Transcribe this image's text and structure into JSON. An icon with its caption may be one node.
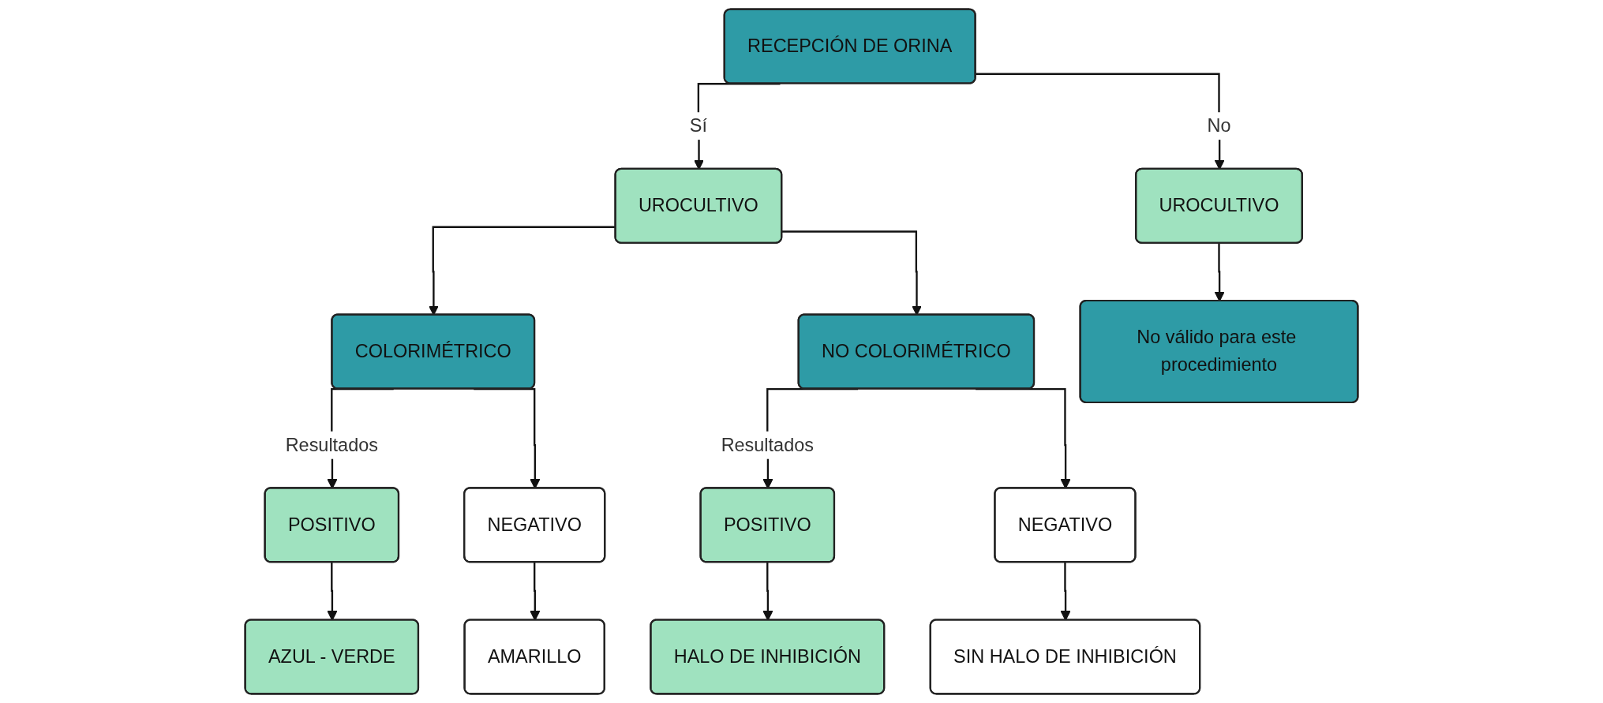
{
  "diagram": {
    "nodes": [
      {
        "text": [
          "RECEPCIÓN DE ORINA"
        ]
      },
      {
        "text": [
          "UROCULTIVO"
        ]
      },
      {
        "text": [
          "UROCULTIVO"
        ]
      },
      {
        "text": [
          "COLORIMÉTRICO"
        ]
      },
      {
        "text": [
          "NO COLORIMÉTRICO"
        ]
      },
      {
        "text": [
          "No válido para este procedimiento"
        ]
      },
      {
        "text": [
          "POSITIVO"
        ]
      },
      {
        "text": [
          "NEGATIVO"
        ]
      },
      {
        "text": [
          "POSITIVO"
        ]
      },
      {
        "text": [
          "NEGATIVO"
        ]
      },
      {
        "text": [
          "AZUL - VERDE"
        ]
      },
      {
        "text": [
          "AMARILLO"
        ]
      },
      {
        "text": [
          "HALO DE INHIBICIÓN"
        ]
      },
      {
        "text": [
          "SIN HALO DE INHIBICIÓN"
        ]
      }
    ],
    "edges": [
      {
        "from": 0,
        "to": 1,
        "arrow": "to",
        "label": "Sí"
      },
      {
        "from": 0,
        "to": 2,
        "arrow": "to",
        "label": "No"
      },
      {
        "from": 1,
        "to": 3,
        "arrow": "to"
      },
      {
        "from": 1,
        "to": 4,
        "arrow": "to"
      },
      {
        "from": 2,
        "to": 5,
        "arrow": "to"
      },
      {
        "from": 3,
        "to": 6,
        "arrow": "to",
        "label": "Resultados"
      },
      {
        "from": 3,
        "to": 7,
        "arrow": "to"
      },
      {
        "from": 4,
        "to": 8,
        "arrow": "to",
        "label": "Resultados"
      },
      {
        "from": 4,
        "to": 9,
        "arrow": "to"
      },
      {
        "from": 6,
        "to": 10,
        "arrow": "to"
      },
      {
        "from": 7,
        "to": 11,
        "arrow": "to"
      },
      {
        "from": 8,
        "to": 12,
        "arrow": "to"
      },
      {
        "from": 9,
        "to": 13,
        "arrow": "to"
      }
    ]
  }
}
